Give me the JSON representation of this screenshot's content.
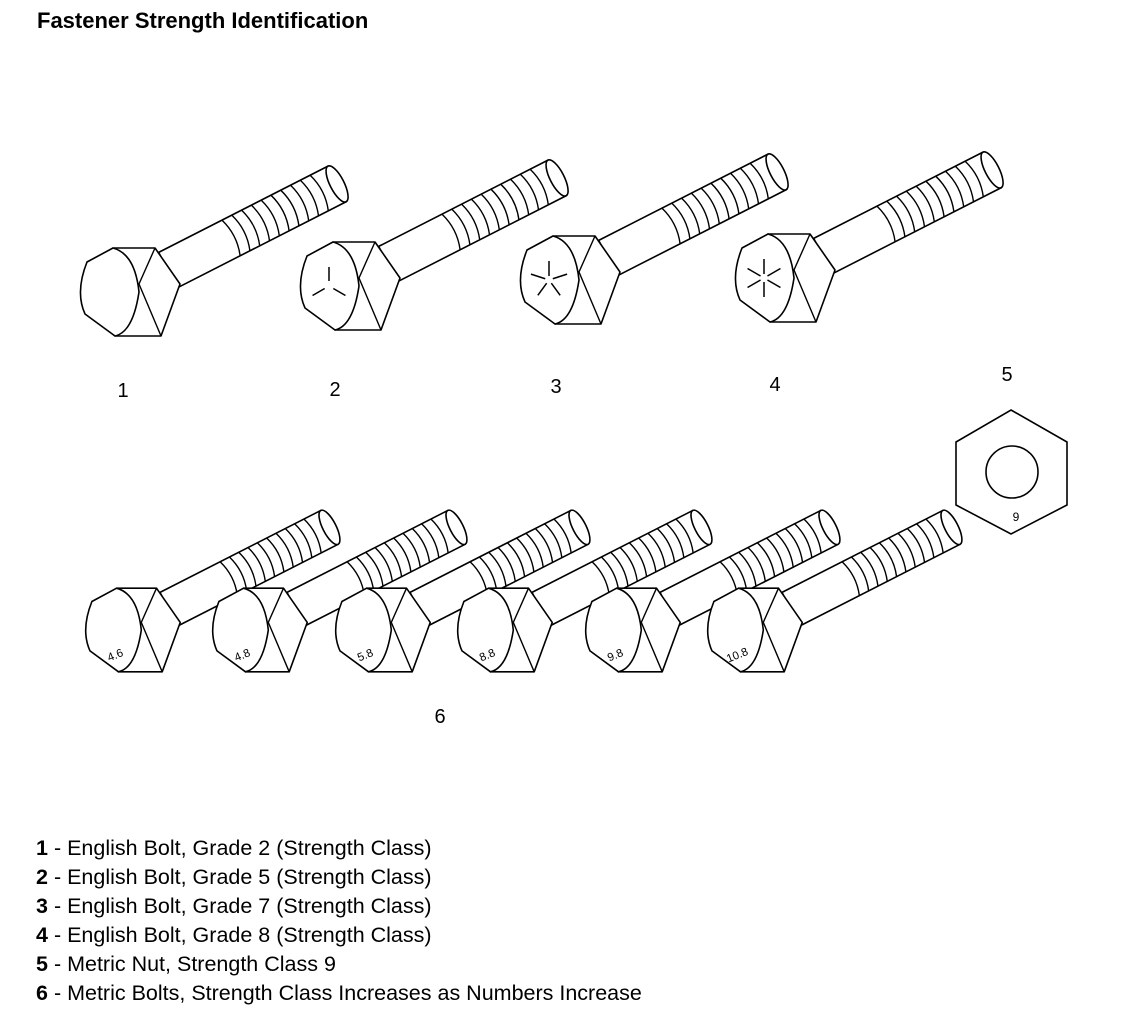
{
  "title": "Fastener Strength Identification",
  "callouts": [
    "1",
    "2",
    "3",
    "4",
    "5",
    "6"
  ],
  "bolts_top": [
    {
      "id": "1",
      "head_lines": 0
    },
    {
      "id": "2",
      "head_lines": 3
    },
    {
      "id": "3",
      "head_lines": 5
    },
    {
      "id": "4",
      "head_lines": 6
    }
  ],
  "nut": {
    "id": "5",
    "mark": "9"
  },
  "metric_bolts": [
    "4.6",
    "4.8",
    "5.8",
    "8.8",
    "9.8",
    "10.8"
  ],
  "legend": [
    {
      "num": "1",
      "text": " - English Bolt, Grade 2 (Strength Class)"
    },
    {
      "num": "2",
      "text": " - English Bolt, Grade 5 (Strength Class)"
    },
    {
      "num": "3",
      "text": " - English Bolt, Grade 7 (Strength Class)"
    },
    {
      "num": "4",
      "text": " - English Bolt, Grade 8 (Strength Class)"
    },
    {
      "num": "5",
      "text": " - Metric Nut, Strength Class 9"
    },
    {
      "num": "6",
      "text": " - Metric Bolts, Strength Class Increases as Numbers Increase"
    }
  ]
}
